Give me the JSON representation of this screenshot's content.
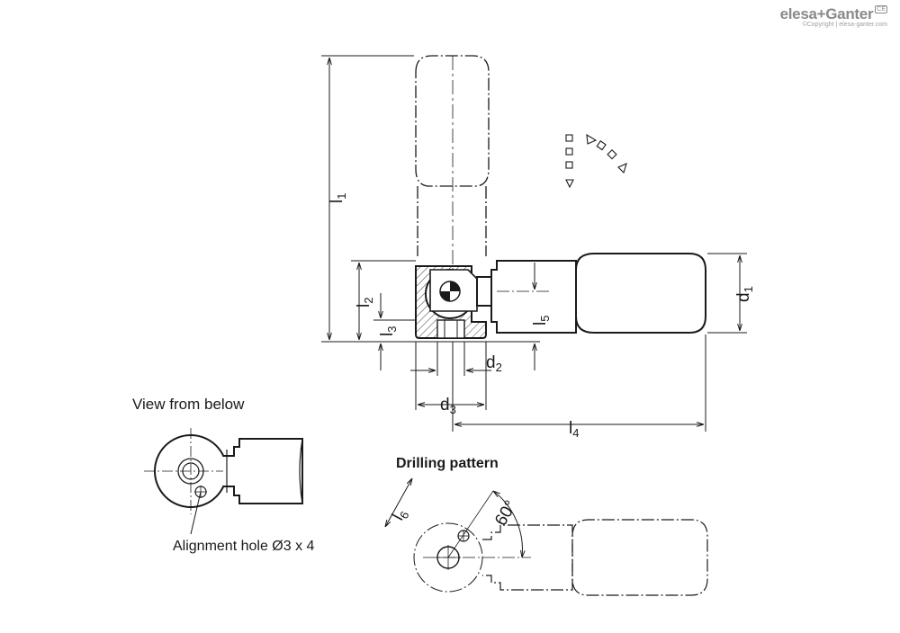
{
  "brand": {
    "name": "elesa+Ganter",
    "badge": "CE",
    "copyright": "©Copyright | elesa-ganter.com"
  },
  "views": {
    "below_title": "View from below",
    "drilling_title": "Drilling pattern",
    "alignment_hole": "Alignment hole Ø3 x 4"
  },
  "dimensions": {
    "l1": {
      "main": "l",
      "sub": "1"
    },
    "l2": {
      "main": "l",
      "sub": "2"
    },
    "l3": {
      "main": "l",
      "sub": "3"
    },
    "l4": {
      "main": "l",
      "sub": "4"
    },
    "l5": {
      "main": "l",
      "sub": "5"
    },
    "l6": {
      "main": "l",
      "sub": "6"
    },
    "d1": {
      "main": "d",
      "sub": "1"
    },
    "d2": {
      "main": "d",
      "sub": "2"
    },
    "d3": {
      "main": "d",
      "sub": "3"
    },
    "angle": "60°"
  },
  "colors": {
    "line": "#1a1a1a",
    "hatch": "#444444",
    "brand": "#8a8a8a"
  }
}
